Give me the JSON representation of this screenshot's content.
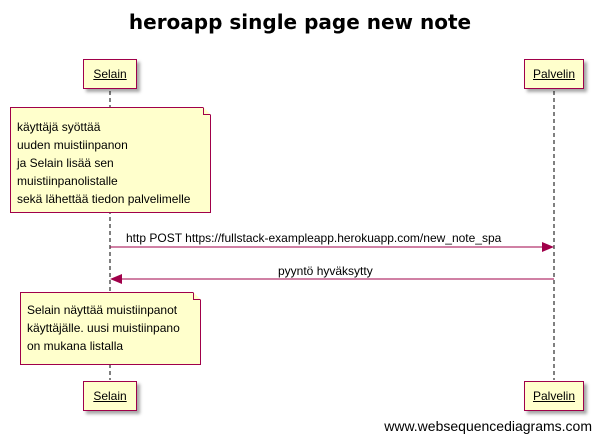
{
  "title": "heroapp single page new note",
  "participants": {
    "left": "Selain",
    "right": "Palvelin"
  },
  "notes": {
    "first": [
      "käyttäjä syöttää",
      "uuden muistiinpanon",
      "ja Selain lisää sen",
      "muistiinpanolistalle",
      "sekä lähettää tiedon palvelimelle"
    ],
    "second": [
      "Selain näyttää muistiinpanot",
      "käyttäjälle. uusi muistiinpano",
      "on mukana listalla"
    ]
  },
  "messages": {
    "request": "http POST https://fullstack-exampleapp.herokuapp.com/new_note_spa",
    "response": "pyyntö hyväksytty"
  },
  "watermark": "www.websequencediagrams.com",
  "colors": {
    "box_fill": "#ffffcc",
    "box_border": "#a0004a",
    "arrow": "#a0004a"
  }
}
